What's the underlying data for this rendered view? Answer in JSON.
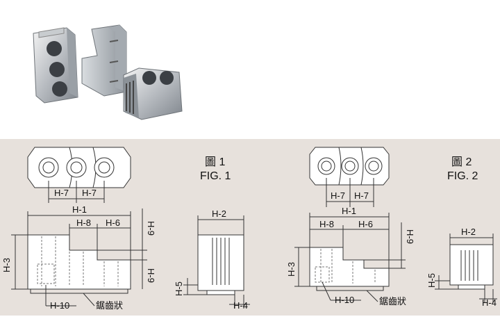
{
  "fig1": {
    "title_cn": "圖 1",
    "title_en": "FIG. 1",
    "labels": {
      "h1": "H-1",
      "h3": "H-3",
      "h4": "H-4",
      "h5": "H-5",
      "h6": "H-6",
      "h7a": "H-7",
      "h7b": "H-7",
      "h8": "H-8",
      "h9a": "H-9",
      "h9b": "H-9",
      "h10": "H-10",
      "h2": "H-2",
      "serration": "鋸齒狀"
    }
  },
  "fig2": {
    "title_cn": "圖 2",
    "title_en": "FIG. 2",
    "labels": {
      "h1": "H-1",
      "h3": "H-3",
      "h4": "H-4",
      "h5": "H-5",
      "h6": "H-6",
      "h7a": "H-7",
      "h7b": "H-7",
      "h8": "H-8",
      "h9": "H-9",
      "h10": "H-10",
      "h2": "H-2",
      "serration": "鋸齒狀"
    }
  },
  "colors": {
    "drawing_bg": "#e7e1dc",
    "part_fill": "#ffffff",
    "line": "#333333",
    "hidden": "#777777"
  }
}
